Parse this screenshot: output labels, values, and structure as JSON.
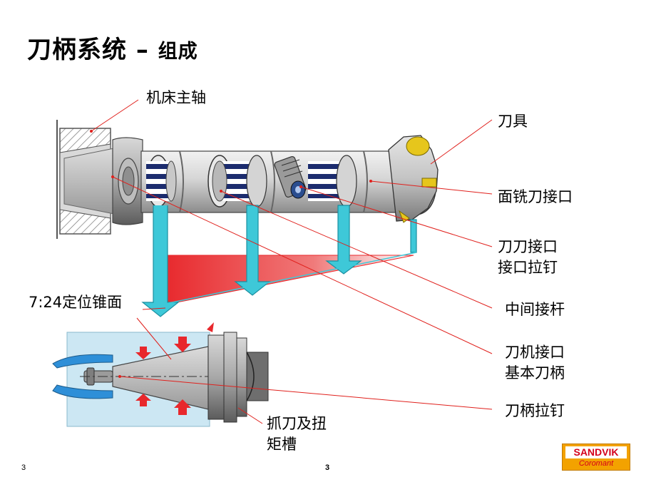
{
  "title": {
    "main": "刀柄系统",
    "dash": "–",
    "sub": "组成"
  },
  "labels": {
    "spindle": "机床主轴",
    "cutter": "刀具",
    "face_mill_interface": "面铣刀接口",
    "tool_interface_line1": "刀刀接口",
    "tool_interface_line2": "接口拉钉",
    "taper": "7:24定位锥面",
    "intermediate_rod": "中间接杆",
    "machine_interface_line1": "刀机接口",
    "machine_interface_line2": "基本刀柄",
    "pull_stud": "刀柄拉钉",
    "grip_groove_line1": "抓刀及扭",
    "grip_groove_line2": "矩槽"
  },
  "footer": {
    "page_left": "3",
    "page_center": "3"
  },
  "logo": {
    "brand": "SANDVIK",
    "sub": "Coromant"
  },
  "colors": {
    "leader": "#e0201c",
    "cyan_arrow": "#3ec8d8",
    "red_fill": "#e8282c",
    "tool_gray": "#cfcfcf",
    "logo_orange": "#f3a200"
  }
}
